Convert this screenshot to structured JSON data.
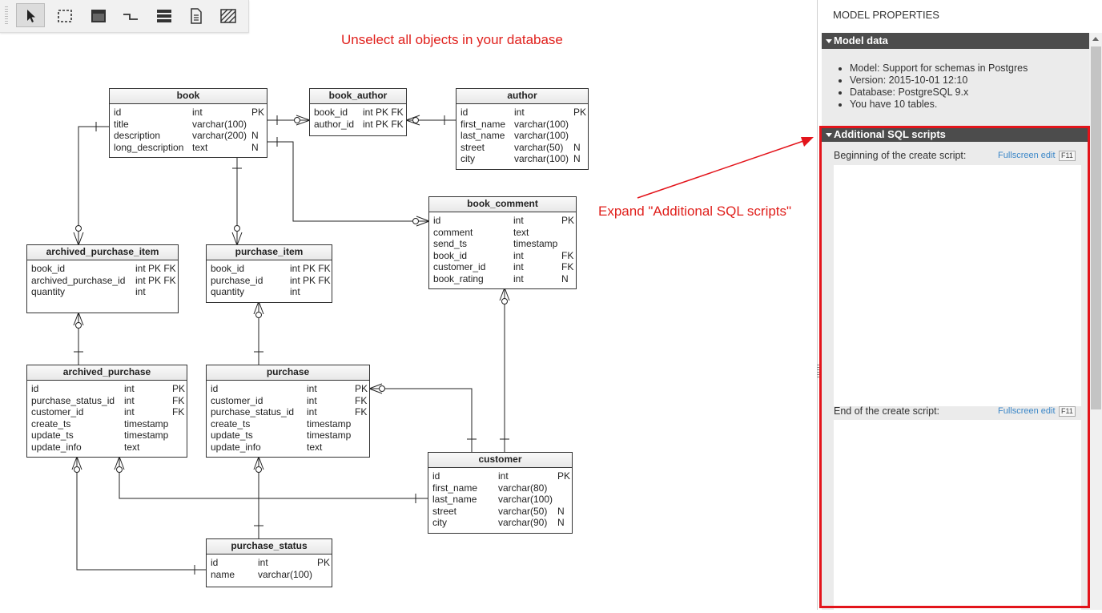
{
  "toolbar": {
    "tools": [
      {
        "id": "select",
        "icon": "arrow-pointer-icon",
        "active": true
      },
      {
        "id": "marquee",
        "icon": "dashed-rectangle-icon",
        "active": false
      },
      {
        "id": "table",
        "icon": "table-icon",
        "active": false
      },
      {
        "id": "reference",
        "icon": "reference-line-icon",
        "active": false
      },
      {
        "id": "view",
        "icon": "view-icon",
        "active": false
      },
      {
        "id": "note",
        "icon": "note-icon",
        "active": false
      },
      {
        "id": "area",
        "icon": "hatched-area-icon",
        "active": false
      }
    ]
  },
  "annotations": {
    "unselect": "Unselect all objects in your database",
    "expand": "Expand \"Additional SQL scripts\""
  },
  "colors": {
    "annotation": "#e0201c",
    "highlight": "#e3141b",
    "section_header": "#4c4c4c",
    "link": "#3b87c8"
  },
  "tables": {
    "book": {
      "name": "book",
      "rows": [
        [
          "id",
          "int",
          "PK"
        ],
        [
          "title",
          "varchar(100)",
          ""
        ],
        [
          "description",
          "varchar(200)",
          "N"
        ],
        [
          "long_description",
          "text",
          "N"
        ]
      ]
    },
    "book_author": {
      "name": "book_author",
      "rows": [
        [
          "book_id",
          "int PK FK",
          ""
        ],
        [
          "author_id",
          "int PK FK",
          ""
        ]
      ]
    },
    "author": {
      "name": "author",
      "rows": [
        [
          "id",
          "int",
          "PK"
        ],
        [
          "first_name",
          "varchar(100)",
          ""
        ],
        [
          "last_name",
          "varchar(100)",
          ""
        ],
        [
          "street",
          "varchar(50)",
          "N"
        ],
        [
          "city",
          "varchar(100)",
          "N"
        ]
      ]
    },
    "book_comment": {
      "name": "book_comment",
      "rows": [
        [
          "id",
          "int",
          "PK"
        ],
        [
          "comment",
          "text",
          ""
        ],
        [
          "send_ts",
          "timestamp",
          ""
        ],
        [
          "book_id",
          "int",
          "FK"
        ],
        [
          "customer_id",
          "int",
          "FK"
        ],
        [
          "book_rating",
          "int",
          "N"
        ]
      ]
    },
    "archived_purchase_item": {
      "name": "archived_purchase_item",
      "rows": [
        [
          "book_id",
          "int PK FK",
          ""
        ],
        [
          "archived_purchase_id",
          "int PK FK",
          ""
        ],
        [
          "quantity",
          "int",
          ""
        ]
      ]
    },
    "purchase_item": {
      "name": "purchase_item",
      "rows": [
        [
          "book_id",
          "int PK FK",
          ""
        ],
        [
          "purchase_id",
          "int PK FK",
          ""
        ],
        [
          "quantity",
          "int",
          ""
        ]
      ]
    },
    "archived_purchase": {
      "name": "archived_purchase",
      "rows": [
        [
          "id",
          "int",
          "PK"
        ],
        [
          "purchase_status_id",
          "int",
          "FK"
        ],
        [
          "customer_id",
          "int",
          "FK"
        ],
        [
          "create_ts",
          "timestamp",
          ""
        ],
        [
          "update_ts",
          "timestamp",
          ""
        ],
        [
          "update_info",
          "text",
          ""
        ]
      ]
    },
    "purchase": {
      "name": "purchase",
      "rows": [
        [
          "id",
          "int",
          "PK"
        ],
        [
          "customer_id",
          "int",
          "FK"
        ],
        [
          "purchase_status_id",
          "int",
          "FK"
        ],
        [
          "create_ts",
          "timestamp",
          ""
        ],
        [
          "update_ts",
          "timestamp",
          ""
        ],
        [
          "update_info",
          "text",
          ""
        ]
      ]
    },
    "customer": {
      "name": "customer",
      "rows": [
        [
          "id",
          "int",
          "PK"
        ],
        [
          "first_name",
          "varchar(80)",
          ""
        ],
        [
          "last_name",
          "varchar(100)",
          ""
        ],
        [
          "street",
          "varchar(50)",
          "N"
        ],
        [
          "city",
          "varchar(90)",
          "N"
        ]
      ]
    },
    "purchase_status": {
      "name": "purchase_status",
      "rows": [
        [
          "id",
          "int",
          "PK"
        ],
        [
          "name",
          "varchar(100)",
          ""
        ]
      ]
    }
  },
  "panel": {
    "title": "MODEL PROPERTIES",
    "model_data": {
      "header": "Model data",
      "items": [
        "Model: Support for schemas in Postgres",
        "Version: 2015-10-01 12:10",
        "Database: PostgreSQL 9.x",
        "You have 10 tables."
      ]
    },
    "sql_scripts": {
      "header": "Additional SQL scripts",
      "begin_label": "Beginning of the create script:",
      "end_label": "End of the create script:",
      "fullscreen_label": "Fullscreen edit",
      "shortcut": "F11",
      "begin_value": "",
      "end_value": ""
    }
  }
}
